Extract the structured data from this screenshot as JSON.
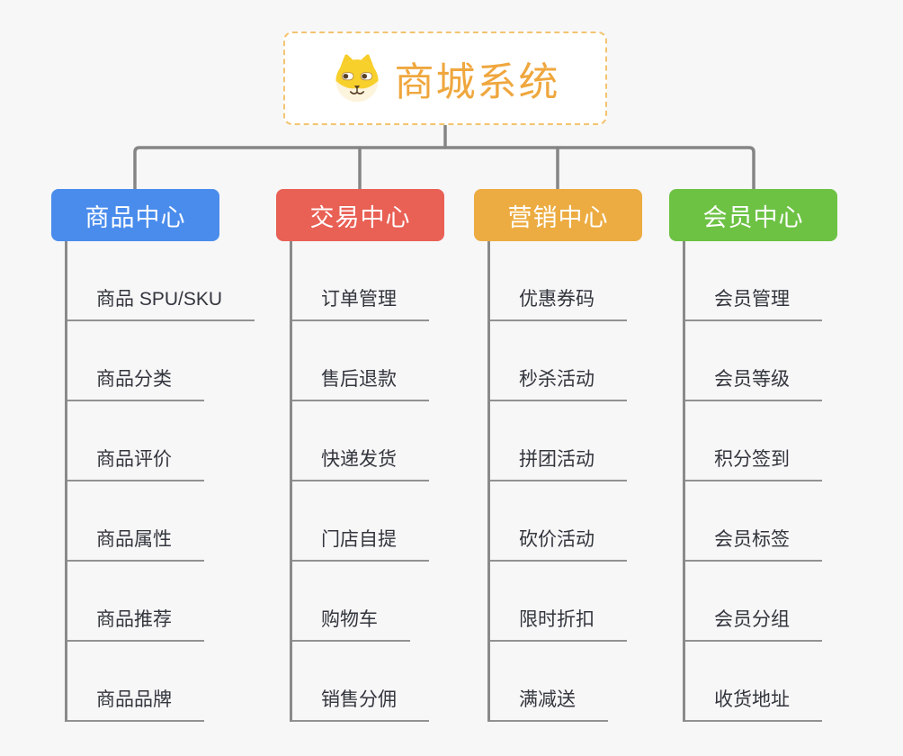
{
  "page": {
    "background_color": "#f7f7f8",
    "connector_color": "#8a8a8a"
  },
  "root": {
    "title": "商城系统",
    "icon": "dog-face-icon",
    "text_color": "#efa73e",
    "border_color": "#f3c470"
  },
  "branches": [
    {
      "label": "商品中心",
      "color": "#4a8cec",
      "children": [
        "商品 SPU/SKU",
        "商品分类",
        "商品评价",
        "商品属性",
        "商品推荐",
        "商品品牌"
      ]
    },
    {
      "label": "交易中心",
      "color": "#e96055",
      "children": [
        "订单管理",
        "售后退款",
        "快递发货",
        "门店自提",
        "购物车",
        "销售分佣"
      ]
    },
    {
      "label": "营销中心",
      "color": "#ecac42",
      "children": [
        "优惠券码",
        "秒杀活动",
        "拼团活动",
        "砍价活动",
        "限时折扣",
        "满减送"
      ]
    },
    {
      "label": "会员中心",
      "color": "#6dc244",
      "children": [
        "会员管理",
        "会员等级",
        "积分签到",
        "会员标签",
        "会员分组",
        "收货地址"
      ]
    }
  ]
}
